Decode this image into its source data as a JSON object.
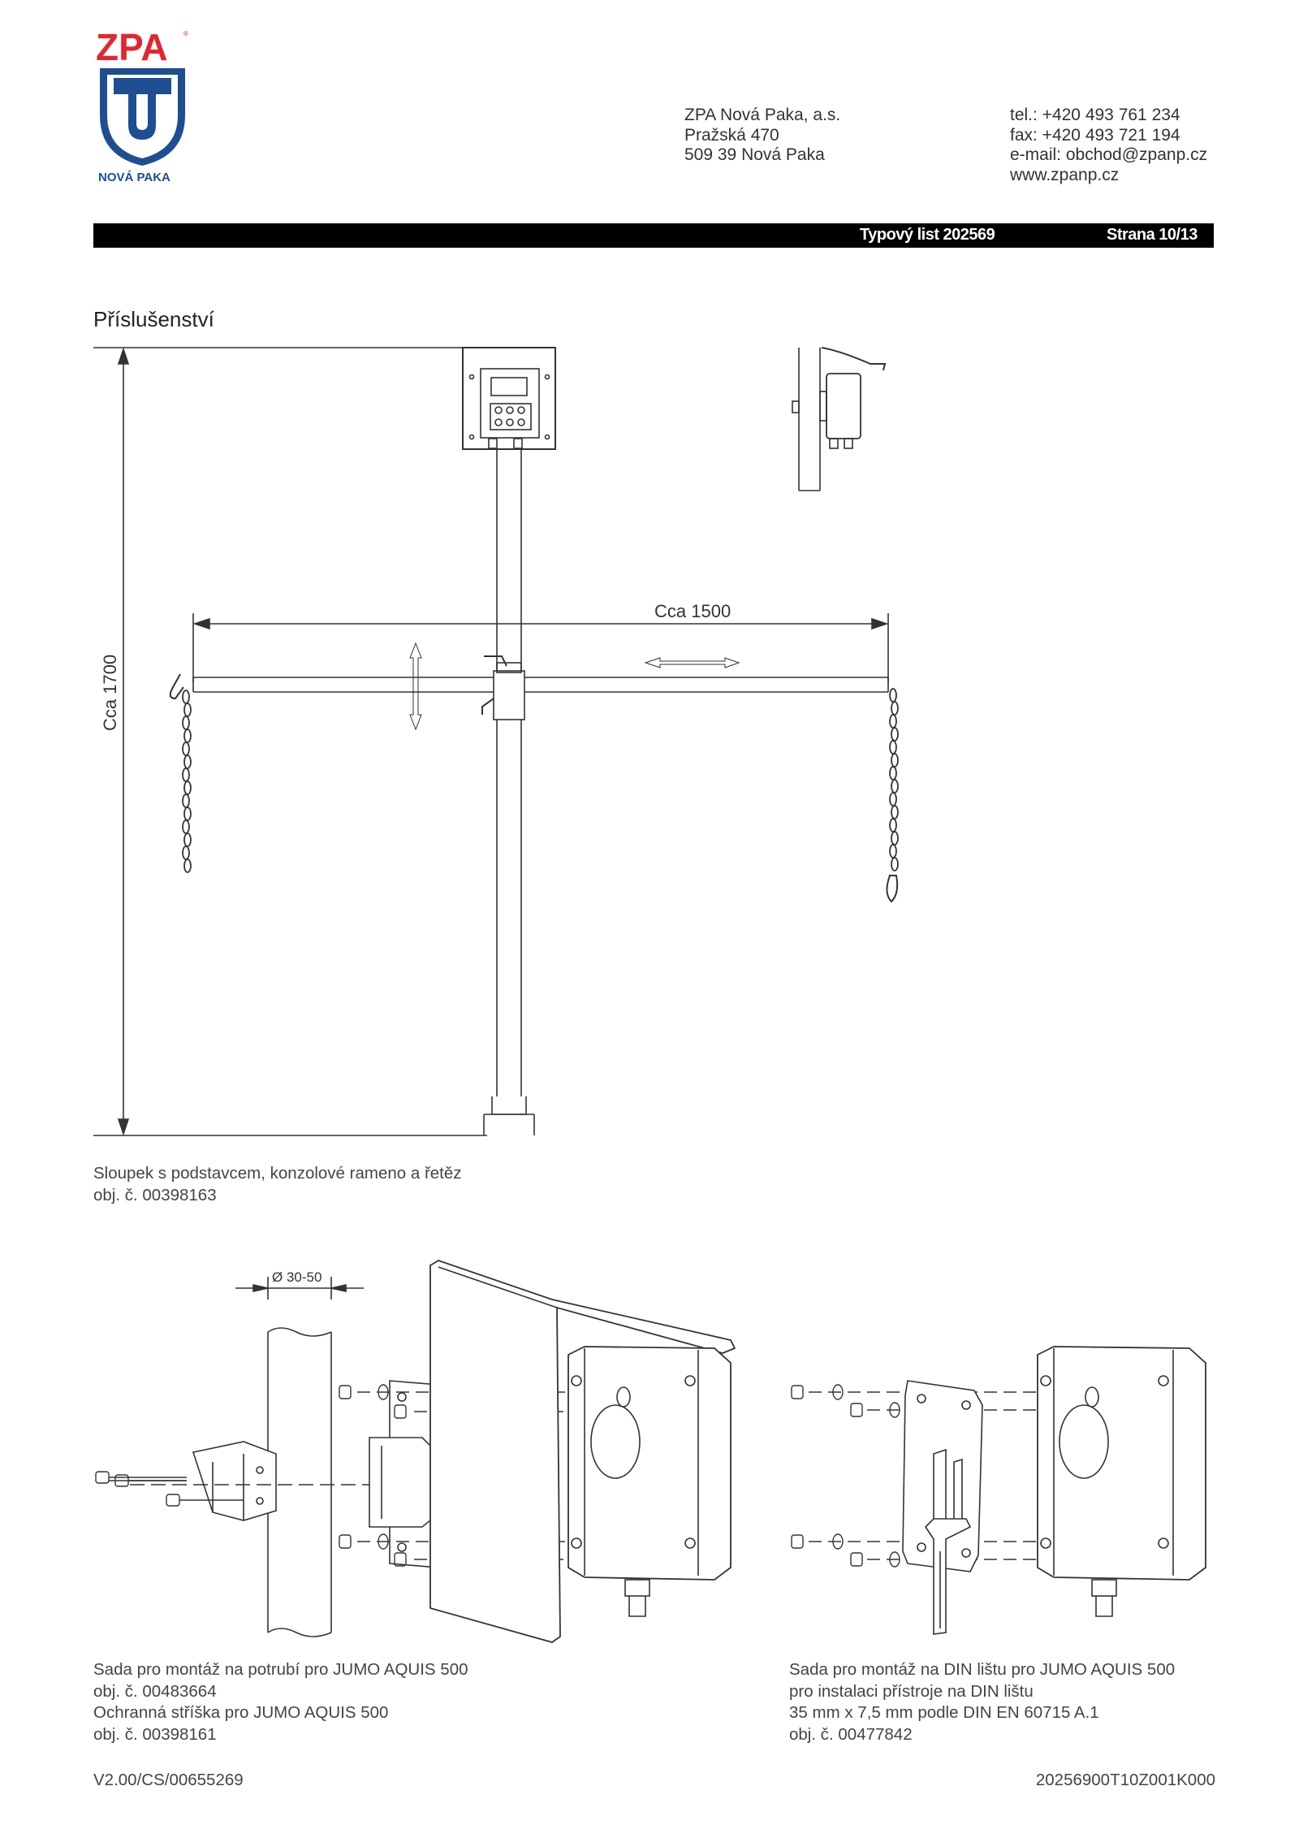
{
  "header": {
    "logo": {
      "brand": "ZPA",
      "town": "NOVÁ PAKA"
    },
    "company_lines": [
      "ZPA Nová Paka, a.s.",
      "Pražská 470",
      "509 39  Nová Paka"
    ],
    "contact_lines": [
      "tel.: +420 493 761 234",
      "fax: +420 493 721 194",
      "e-mail: obchod@zpanp.cz",
      "www.zpanp.cz"
    ],
    "doc_label": "Typový list 202569",
    "page_label": "Strana 10/13"
  },
  "section": {
    "title": "Příslušenství"
  },
  "figure1": {
    "dim_height": "Cca 1700",
    "dim_width": "Cca 1500",
    "caption_lines": [
      "Sloupek s podstavcem, konzolové rameno a řetěz",
      "obj. č. 00398163"
    ]
  },
  "figure2": {
    "dim_label": "Ø 30-50",
    "caption_lines": [
      "Sada pro montáž na potrubí pro JUMO AQUIS 500",
      "obj. č. 00483664",
      "Ochranná stříška pro JUMO AQUIS 500",
      "obj. č. 00398161"
    ]
  },
  "figure3": {
    "caption_lines": [
      "Sada pro montáž na DIN lištu pro JUMO AQUIS 500",
      "pro instalaci přístroje na DIN lištu",
      "35 mm x 7,5 mm podle DIN EN 60715 A.1",
      "obj. č. 00477842"
    ]
  },
  "footer": {
    "left": "V2.00/CS/00655269",
    "right": "20256900T10Z001K000"
  },
  "colors": {
    "logo_red": "#e3262d",
    "logo_blue": "#1d4f91",
    "bar": "#000000"
  }
}
